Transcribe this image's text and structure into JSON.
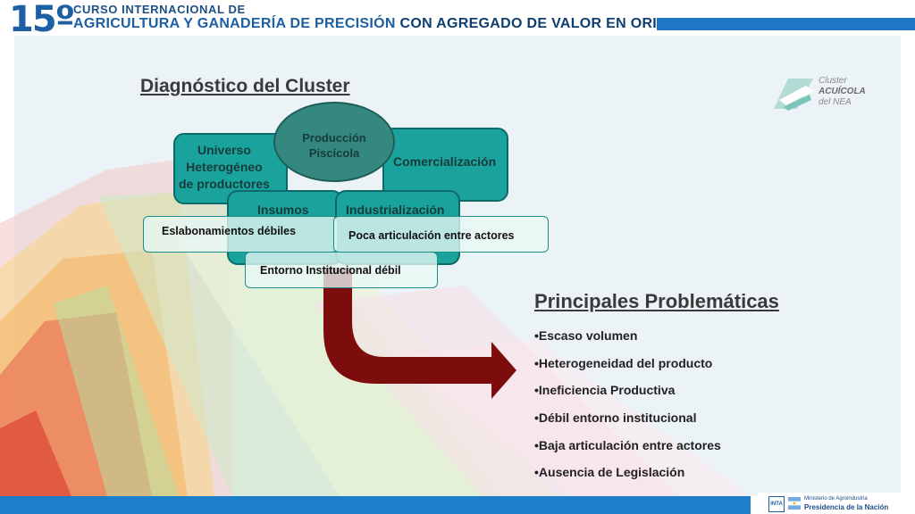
{
  "header": {
    "number": "15º",
    "line1": "CURSO INTERNACIONAL DE",
    "line2_part1": "AGRICULTURA Y GANADERÍA DE PRECISIÓN",
    "line2_part2": "CON AGREGADO DE VALOR EN ORIGEN"
  },
  "diagram": {
    "title": "Diagnóstico del Cluster",
    "center": "Producción\nPiscícola",
    "universo": "Universo\nHeterogéneo\nde productores",
    "comercializacion": "Comercialización",
    "insumos": "Insumos",
    "industrializacion": "Industrialización",
    "eslabonamientos": "Eslabonamientos débiles",
    "poca_articulacion": "Poca articulación entre actores",
    "entorno": "Entorno Institucional débil"
  },
  "logo": {
    "line1": "Cluster",
    "line2": "ACUÍCOLA",
    "line3": "del NEA"
  },
  "problems": {
    "title": "Principales Problemáticas",
    "items": [
      "•Escaso volumen",
      "•Heterogeneidad del producto",
      "•Ineficiencia Productiva",
      "•Débil entorno institucional",
      "•Baja articulación entre actores",
      "•Ausencia de Legislación"
    ]
  },
  "footer": {
    "inta": "INTA",
    "ministry_line1": "Ministerio de Agroindustria",
    "ministry_line2": "Presidencia de la Nación"
  },
  "colors": {
    "header_blue": "#1c5fa3",
    "teal": "#1aa39c",
    "arrow": "#7d0c0c",
    "footer_blue": "#1d7fc9"
  }
}
